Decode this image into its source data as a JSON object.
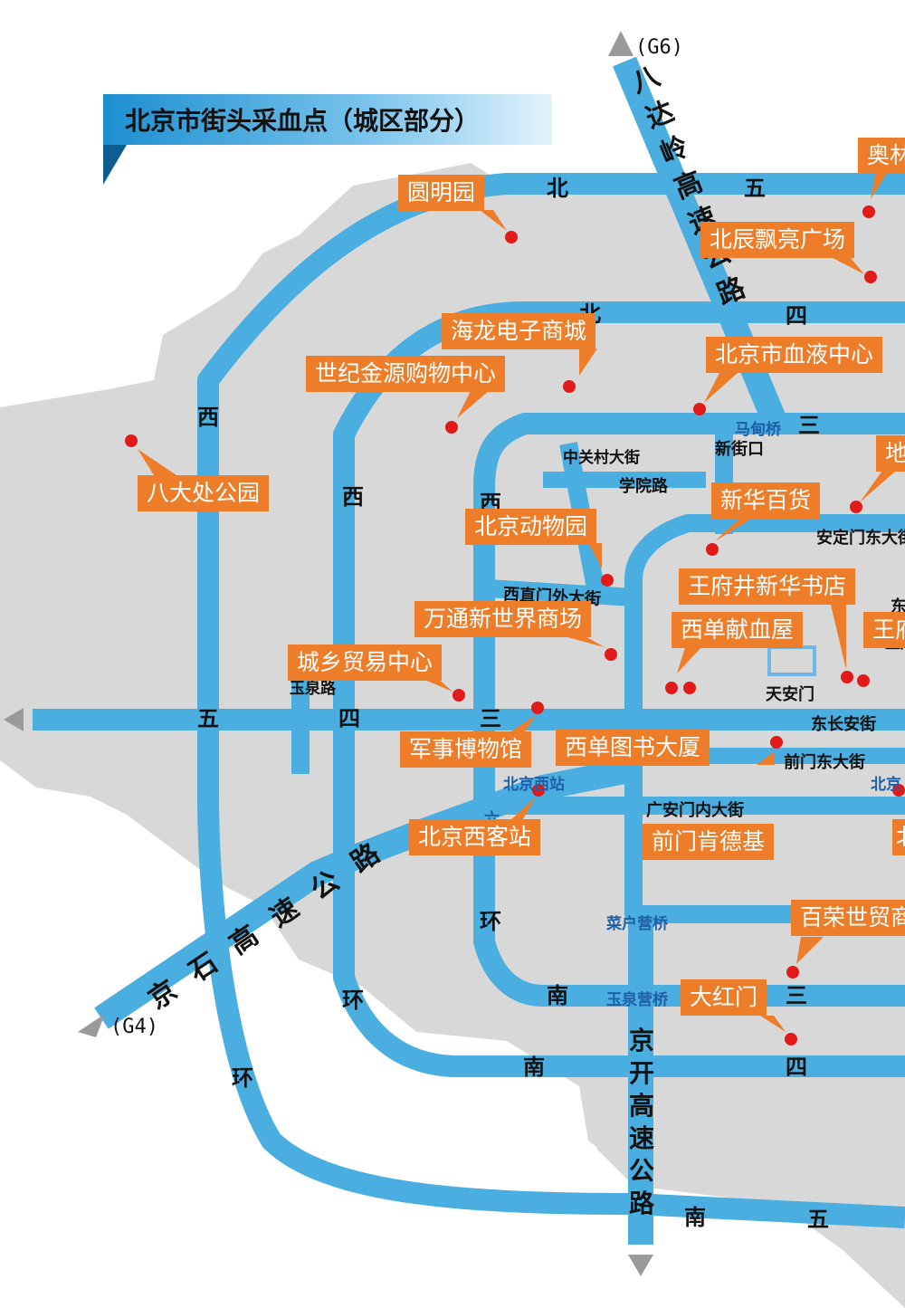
{
  "title": "北京市街头采血点（城区部分）",
  "highway_refs": {
    "north": "(G6)",
    "west": "(G4)"
  },
  "highways": {
    "badaling": "八达岭高速公路",
    "jingshi": "京石高速公路",
    "jingkai": "京开高速公路"
  },
  "ring_labels": {
    "north5_a": "北",
    "north5_b": "五",
    "north4_a": "北",
    "north4_b": "四",
    "west5": "西",
    "west5_b": "五",
    "west5_c": "环",
    "west4": "西",
    "west4_b": "四",
    "west4_c": "环",
    "west3": "西",
    "west3_b": "三",
    "west2": "六",
    "ring3_bottom": "环",
    "south3": "南",
    "south3_b": "三",
    "south4": "南",
    "south4_b": "四",
    "south5": "南",
    "south5_b": "五",
    "east3": "三"
  },
  "streets": {
    "xueyuan": "学院路",
    "zhongguancun": "中关村大街",
    "xinjiekou": "新街口",
    "xizhimen": "西直门外大街",
    "andingmen": "安定门东大街",
    "dongchangan": "东长安街",
    "qianmen": "前门东大街",
    "guanganmen": "广安门内大街",
    "yuquan": "玉泉路",
    "beijing_west": "北京西站",
    "beijing_south": "北京",
    "tiananmen": "天安门",
    "wangfujing": "王府井大街",
    "dongsi": "东"
  },
  "bridges": {
    "madian": "马甸桥",
    "caihuying": "菜户营桥",
    "yuquanying": "玉泉营桥"
  },
  "sites": [
    {
      "name": "圆明园"
    },
    {
      "name": "奥林"
    },
    {
      "name": "北辰飘亮广场"
    },
    {
      "name": "海龙电子商城"
    },
    {
      "name": "北京市血液中心"
    },
    {
      "name": "世纪金源购物中心"
    },
    {
      "name": "八大处公园"
    },
    {
      "name": "北京动物园"
    },
    {
      "name": "新华百货"
    },
    {
      "name": "地"
    },
    {
      "name": "王府井新华书店"
    },
    {
      "name": "万通新世界商场"
    },
    {
      "name": "西单献血屋"
    },
    {
      "name": "王府"
    },
    {
      "name": "城乡贸易中心"
    },
    {
      "name": "军事博物馆"
    },
    {
      "name": "西单图书大厦"
    },
    {
      "name": "北京西客站"
    },
    {
      "name": "前门肯德基"
    },
    {
      "name": "百荣世贸商"
    },
    {
      "name": "大红门"
    },
    {
      "name": "北"
    }
  ],
  "colors": {
    "road": "#4aaee0",
    "area": "#d8d8d8",
    "label_bg": "#ee7d2a",
    "marker": "#e21a1a",
    "title_bar": "#1c8fd0"
  }
}
